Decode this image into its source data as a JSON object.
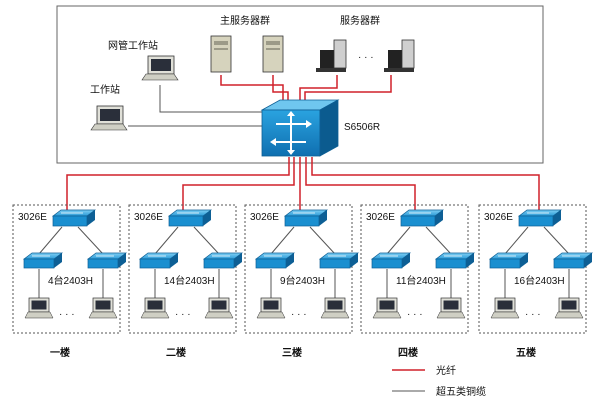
{
  "core": {
    "main_servers_label": "主服务器群",
    "servers_label": "服务器群",
    "mgmt_ws_label": "网管工作站",
    "ws_label": "工作站",
    "core_switch_label": "S6506R",
    "dots": "· · ·"
  },
  "floors": [
    {
      "name": "一楼",
      "switch_label": "3026E",
      "access_label": "4台2403H"
    },
    {
      "name": "二楼",
      "switch_label": "3026E",
      "access_label": "14台2403H"
    },
    {
      "name": "三楼",
      "switch_label": "3026E",
      "access_label": "9台2403H"
    },
    {
      "name": "四楼",
      "switch_label": "3026E",
      "access_label": "11台2403H"
    },
    {
      "name": "五楼",
      "switch_label": "3026E",
      "access_label": "16台2403H"
    }
  ],
  "floor_dots": "· · ·",
  "legend": {
    "fiber": "光纤",
    "copper": "超五类铜缆",
    "fiber_color": "#d0202a",
    "copper_color": "#555555"
  },
  "colors": {
    "switch_blue": "#1a8fd0",
    "switch_dark": "#0d5f95",
    "frame": "#666666"
  }
}
